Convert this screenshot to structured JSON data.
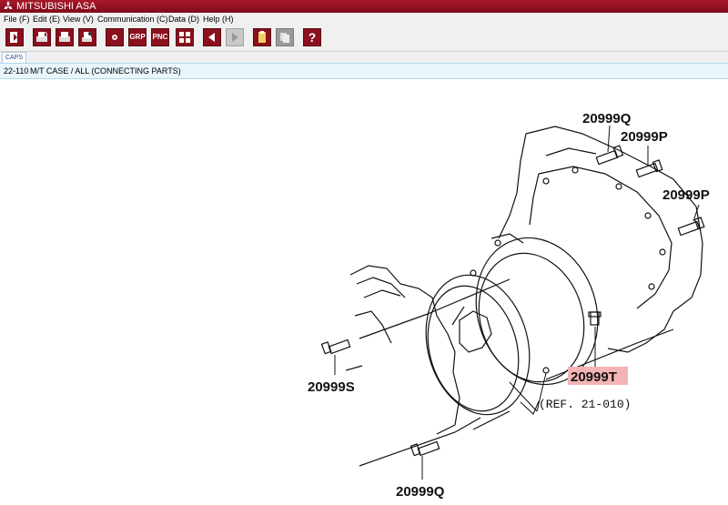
{
  "window": {
    "title": "MITSUBISHI ASA"
  },
  "menu": [
    "File (F)",
    "Edit (E)",
    "View (V)",
    "Communication (C)",
    "Data (D)",
    "Help (H)"
  ],
  "toolbar": {
    "grp_label": "GRP",
    "pnc_label": "PNC",
    "help_label": "?"
  },
  "tab": {
    "label": "CAPS"
  },
  "info": {
    "code": "22-110",
    "description": "M/T CASE / ALL (CONNECTING PARTS)"
  },
  "diagram": {
    "parts": [
      {
        "label": "20999Q",
        "highlighted": false
      },
      {
        "label": "20999P",
        "highlighted": false
      },
      {
        "label": "20999P",
        "highlighted": false
      },
      {
        "label": "20999T",
        "highlighted": true
      },
      {
        "label": "20999S",
        "highlighted": false
      },
      {
        "label": "20999Q",
        "highlighted": false
      }
    ],
    "reference": "(REF. 21-010)",
    "highlight_color": "#f4b4b4"
  }
}
